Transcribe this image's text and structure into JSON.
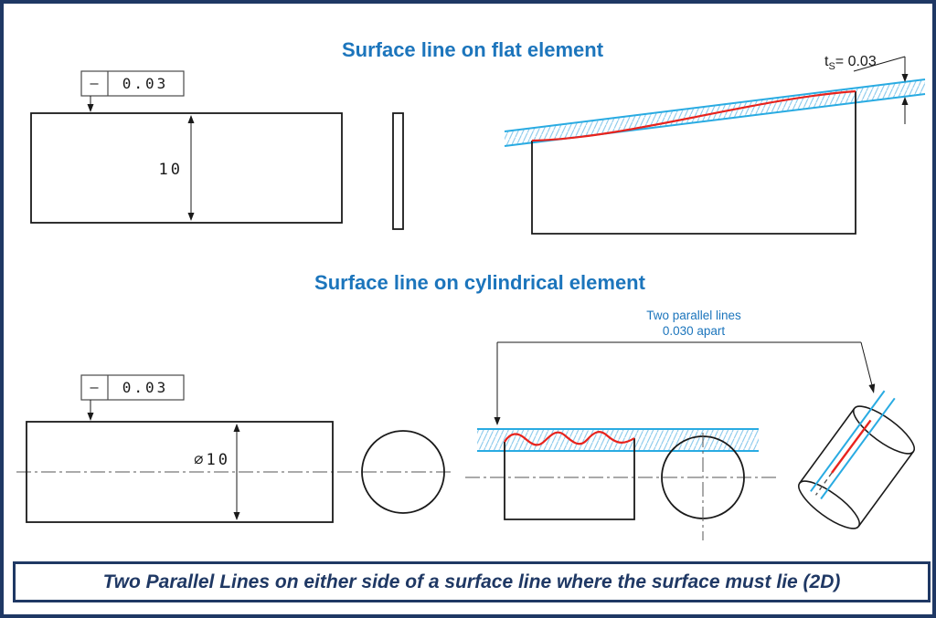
{
  "colors": {
    "title_blue": "#1c75bc",
    "zone_blue": "#29abe2",
    "hatch_blue": "#7ec4ea",
    "red": "#e8231d",
    "navy": "#1f3864",
    "line_black": "#1a1a1a"
  },
  "flat_section": {
    "title": "Surface line on flat element",
    "fcf": {
      "symbol": "—",
      "tolerance": "0.03"
    },
    "height_dim": "10",
    "zone_dim": {
      "prefix": "t",
      "sub": "S",
      "value": "= 0.03"
    }
  },
  "cyl_section": {
    "title": "Surface line on cylindrical element",
    "fcf": {
      "symbol": "—",
      "tolerance": "0.03"
    },
    "diameter_dim": "⌀10",
    "zone_note_line1": "Two parallel lines",
    "zone_note_line2": "0.030 apart"
  },
  "caption": "Two Parallel Lines on either side of a surface line where the surface must lie (2D)"
}
